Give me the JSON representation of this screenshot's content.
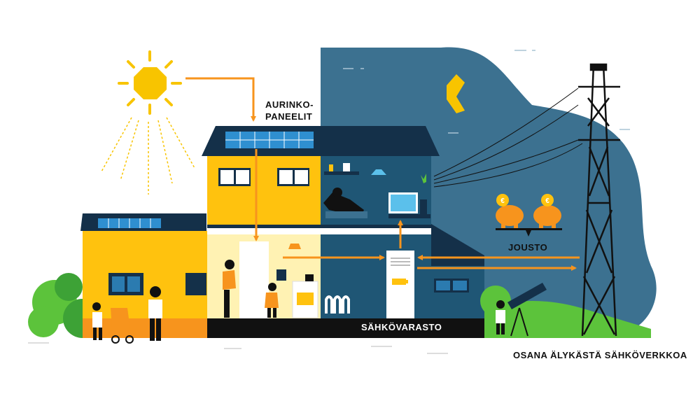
{
  "labels": {
    "solar_panels_line1": "AURINKO-",
    "solar_panels_line2": "PANEELIT",
    "flexibility": "JOUSTO",
    "energy_storage": "SÄHKÖVARASTO",
    "smart_grid": "OSANA ÄLYKÄSTÄ SÄHKÖVERKKOA"
  },
  "icons": {
    "sun": "sun-icon",
    "moon": "crescent-moon-icon",
    "coin_symbol": "€",
    "piggy_banks": "piggy-bank-icon",
    "tower": "power-tower-icon"
  },
  "colors": {
    "night_sky": "#3c7190",
    "sun_yellow": "#f8c400",
    "house_yellow": "#ffc20e",
    "roof_navy": "#143049",
    "arrow_orange": "#f7941d",
    "tree_green": "#5cc33b",
    "interior_blue": "#1f5675",
    "storage_dark": "#111111"
  }
}
